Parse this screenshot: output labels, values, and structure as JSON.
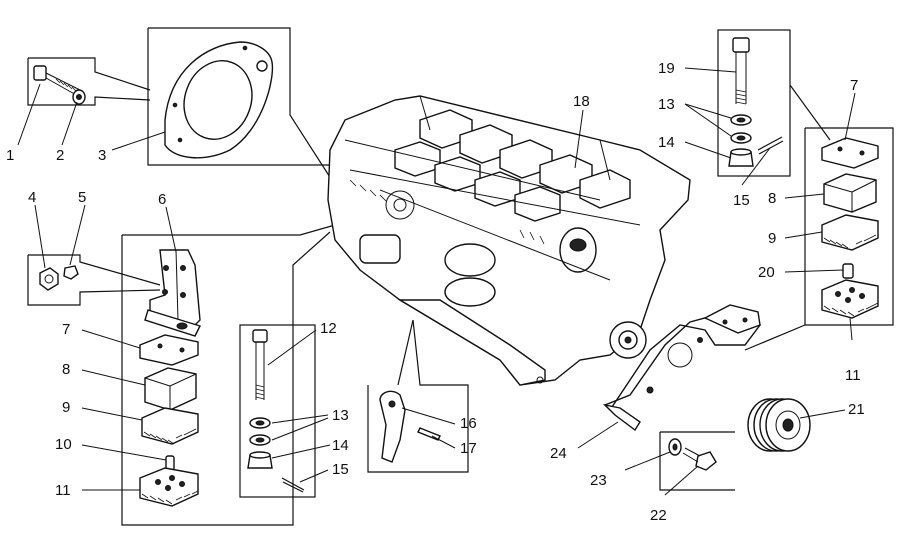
{
  "diagram": {
    "part_labels": [
      "1",
      "2",
      "3",
      "4",
      "5",
      "6",
      "7",
      "8",
      "9",
      "10",
      "11",
      "12",
      "13",
      "14",
      "15",
      "16",
      "17",
      "18",
      "19",
      "13",
      "14",
      "15",
      "7",
      "8",
      "9",
      "20",
      "11",
      "21",
      "22",
      "23",
      "24"
    ]
  },
  "colors": {
    "ink": "#111111",
    "paper": "#ffffff"
  },
  "icons": [
    "bolt-icon",
    "washer-icon",
    "gasket-icon",
    "nut-icon",
    "bracket-icon",
    "pad-icon",
    "cotter-pin-icon",
    "engine-icon",
    "pulley-icon",
    "support-bracket-icon"
  ]
}
